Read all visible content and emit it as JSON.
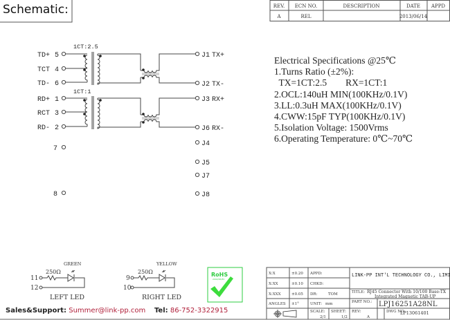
{
  "title": "Schematic:",
  "revision_table": {
    "headers": [
      "REV.",
      "ECN NO.",
      "DESCRIPTION",
      "DATE",
      "APPD"
    ],
    "row": [
      "A",
      "REL",
      "",
      "2013/06/14",
      ""
    ]
  },
  "schematic": {
    "tx": {
      "ratio": "1CT:2.5",
      "pins": [
        {
          "name": "TD+",
          "num": "5"
        },
        {
          "name": "TCT",
          "num": "4"
        },
        {
          "name": "TD-",
          "num": "6"
        }
      ],
      "outputs": [
        {
          "j": "J1",
          "name": "TX+"
        },
        {
          "j": "J2",
          "name": "TX-"
        }
      ]
    },
    "rx": {
      "ratio": "1CT:1",
      "pins": [
        {
          "name": "RD+",
          "num": "1"
        },
        {
          "name": "RCT",
          "num": "3"
        },
        {
          "name": "RD-",
          "num": "2"
        }
      ],
      "outputs": [
        {
          "j": "J3",
          "name": "RX+"
        },
        {
          "j": "J6",
          "name": "RX-"
        }
      ]
    },
    "extra_pins": [
      "7",
      "8"
    ],
    "extra_jacks": [
      "J4",
      "J5",
      "J7",
      "J8"
    ]
  },
  "specs": {
    "heading": "Electrical Specifications @25℃",
    "lines": [
      "1.Turns Ratio (±2%):",
      "  TX=1CT:2.5        RX=1CT:1",
      "2.OCL:140uH MIN(100KHz/0.1V)",
      "3.LL:0.3uH MAX(100KHz/0.1V)",
      "4.CWW:15pF TYP(100KHz/0.1V)",
      "5.Isolation Voltage: 1500Vrms",
      "6.Operating Temperature: 0℃~70℃"
    ]
  },
  "leds": {
    "left": {
      "color": "GREEN",
      "resistor": "250Ω",
      "pin_a": "11",
      "pin_b": "12",
      "label": "LEFT LED"
    },
    "right": {
      "color": "YELLOW",
      "resistor": "250Ω",
      "pin_a": "9",
      "pin_b": "10",
      "label": "RIGHT LED"
    }
  },
  "rohs": {
    "text": "RoHS",
    "sub": "2002/95/EC",
    "color": "#2ecc40"
  },
  "title_block": {
    "tolerances": [
      [
        "X:X",
        "±0.20"
      ],
      [
        "X:XX",
        "±0.10"
      ],
      [
        "X:XXX",
        "±0.05"
      ],
      [
        "ANGLES",
        "±1°"
      ]
    ],
    "appd": "APPD:",
    "chkd": "CHKD:",
    "dr_label": "DR:",
    "dr": "TOM",
    "unit_label": "UNIT:",
    "unit": "mm",
    "company": "LINK-PP INT'L TECHNOLOGY CO., LIMITED",
    "title_label": "TITLE:",
    "title_1": "RJ45 Connector With 10/100 Base-TX",
    "title_2": "Integrated Magnetic TAB-UP",
    "part_label": "PART NO.:",
    "part_no": "LPJ16251A28NL",
    "scale_label": "SCALE:",
    "scale": "2/1",
    "sheet_label": "SHEET:",
    "sheet": "1/2",
    "rev_label": "REV:",
    "rev": "A",
    "dwg_label": "DWG NO:",
    "dwg": "LP13061401"
  },
  "footer": {
    "label": "Sales&Support:",
    "email": "Summer@link-pp.com",
    "tel_label": "Tel:",
    "tel": "86-752-3322915"
  }
}
